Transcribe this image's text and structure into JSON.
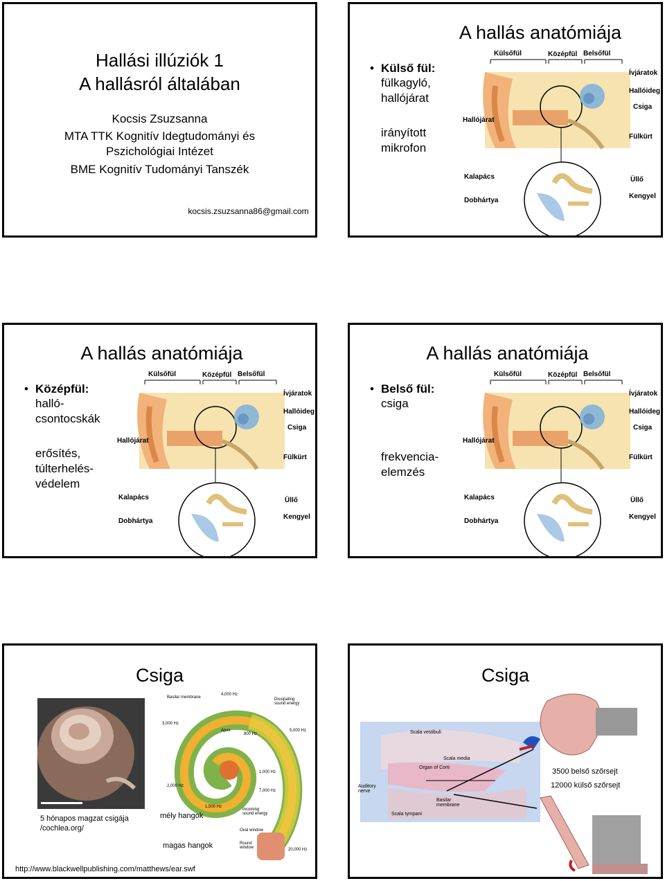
{
  "slide1": {
    "title_line1": "Hallási illúziók 1",
    "title_line2": "A hallásról általában",
    "author": "Kocsis Zsuzsanna",
    "affil1": "MTA TTK Kognitív Idegtudományi és",
    "affil2": "Pszichológiai Intézet",
    "affil3": "BME Kognitív Tudományi Tanszék",
    "email": "kocsis.zsuzsanna86@gmail.com"
  },
  "anatomy_labels": {
    "kulsoful": "Külsőfül",
    "kozepful": "Középfül",
    "belsoful": "Belsőfül",
    "ivjaratok": "Ívjáratok",
    "halloideg": "Hallóideg",
    "csiga": "Csiga",
    "hallojarat": "Hallójárat",
    "fulkurt": "Fülkürt",
    "kalapacs": "Kalapács",
    "ullo": "Üllő",
    "dobhartya": "Dobhártya",
    "kengyel": "Kengyel"
  },
  "slide2": {
    "title": "A hallás anatómiája",
    "head": "Külső fül:",
    "line1": "fülkagyló,",
    "line2": "hallójárat",
    "line3": "irányított",
    "line4": "mikrofon"
  },
  "slide3": {
    "title": "A hallás anatómiája",
    "head": "Középfül:",
    "line1": "halló-",
    "line2": "csontocskák",
    "line3": "erősítés,",
    "line4": "túlterhelés-",
    "line5": "védelem"
  },
  "slide4": {
    "title": "A hallás anatómiája",
    "head": "Belső fül:",
    "line1": "csiga",
    "line2": "frekvencia-",
    "line3": "elemzés"
  },
  "slide5": {
    "title": "Csiga",
    "caption1": "5 hónapos magzat csigája",
    "caption2": "/cochlea.org/",
    "low": "mély hangok",
    "high": "magas hangok",
    "url": "http://www.blackwellpublishing.com/matthews/ear.swf",
    "diagram_labels": {
      "basilar": "Basilar membrane",
      "f4000": "4,000 Hz",
      "dissipating": "Dissipating sound energy",
      "f3000": "3,000 Hz",
      "apex": "Apex",
      "f800": "800 Hz",
      "f5000": "5,000 Hz",
      "f1000": "1,000 Hz",
      "f2000": "2,000 Hz",
      "f7000": "7,000 Hz",
      "f1500": "1,500 Hz",
      "incoming": "Incoming sound energy",
      "oval": "Oval window",
      "round": "Round window",
      "f20000": "20,000 Hz"
    }
  },
  "slide6": {
    "title": "Csiga",
    "inner": "3500 belső szőrsejt",
    "outer": "12000 külső szőrsejt",
    "diagram_labels": {
      "vestibuli": "Scala vestibuli",
      "media": "Scala media",
      "corti": "Organ of Corti",
      "auditory": "Auditory nerve",
      "basilar": "Basilar membrane",
      "tympani": "Scala tympani"
    }
  }
}
